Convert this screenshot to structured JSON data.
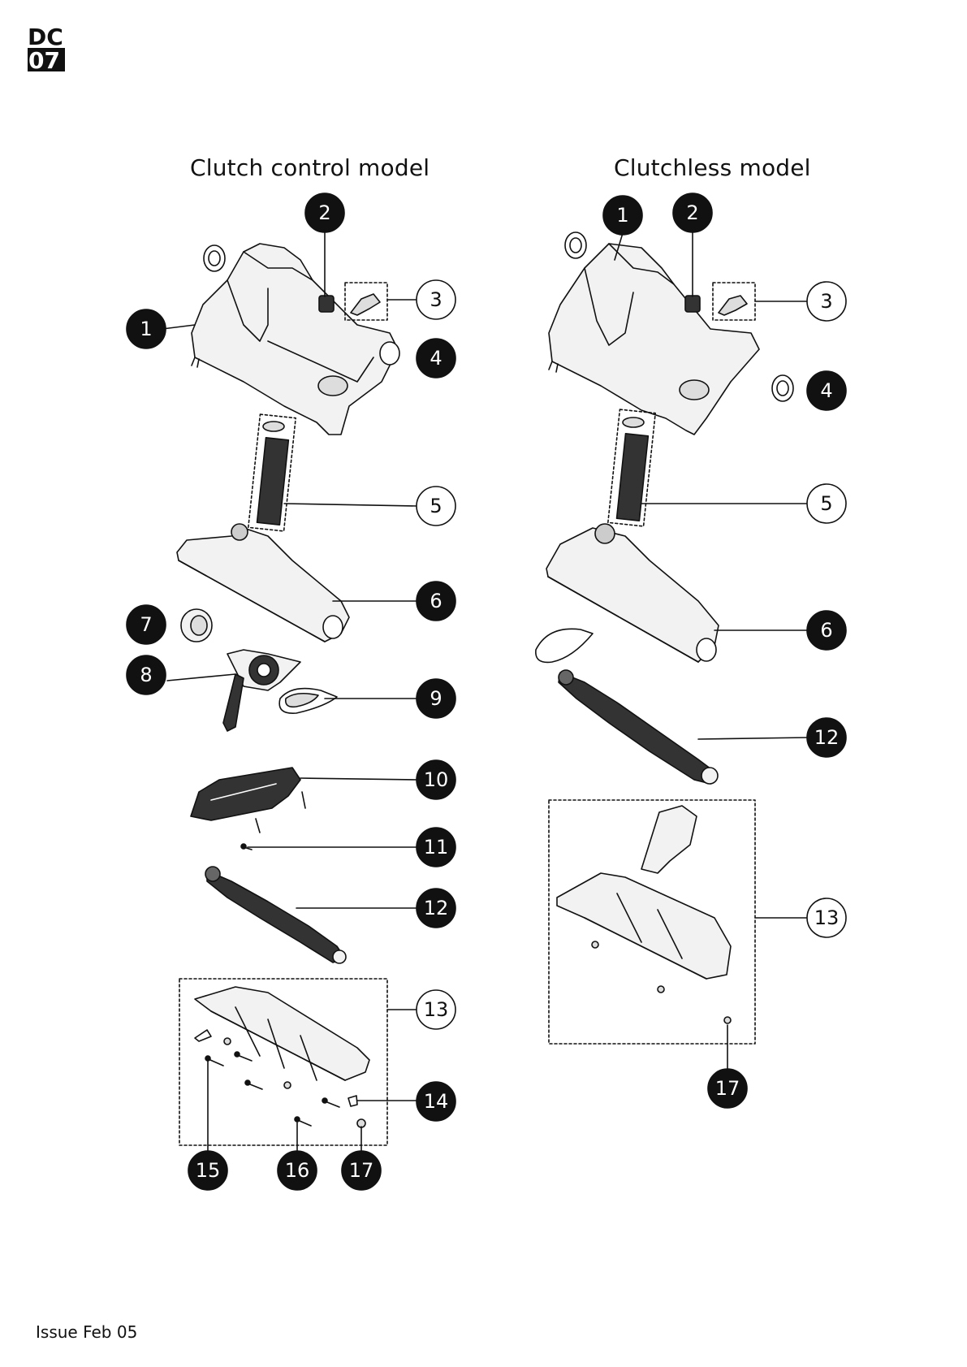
{
  "logo": {
    "line1": "DC",
    "line2": "07"
  },
  "headings": {
    "left": "Clutch control model",
    "right": "Clutchless model"
  },
  "footer": "Issue Feb 05",
  "callouts": {
    "left": [
      {
        "n": "1",
        "style": "filled"
      },
      {
        "n": "2",
        "style": "filled"
      },
      {
        "n": "3",
        "style": "outline"
      },
      {
        "n": "4",
        "style": "filled"
      },
      {
        "n": "5",
        "style": "outline"
      },
      {
        "n": "6",
        "style": "filled"
      },
      {
        "n": "7",
        "style": "filled"
      },
      {
        "n": "8",
        "style": "filled"
      },
      {
        "n": "9",
        "style": "filled"
      },
      {
        "n": "10",
        "style": "filled"
      },
      {
        "n": "11",
        "style": "filled"
      },
      {
        "n": "12",
        "style": "filled"
      },
      {
        "n": "13",
        "style": "outline"
      },
      {
        "n": "14",
        "style": "filled"
      },
      {
        "n": "15",
        "style": "filled"
      },
      {
        "n": "16",
        "style": "filled"
      },
      {
        "n": "17",
        "style": "filled"
      }
    ],
    "right": [
      {
        "n": "1",
        "style": "filled"
      },
      {
        "n": "2",
        "style": "filled"
      },
      {
        "n": "3",
        "style": "outline"
      },
      {
        "n": "4",
        "style": "filled"
      },
      {
        "n": "5",
        "style": "outline"
      },
      {
        "n": "6",
        "style": "filled"
      },
      {
        "n": "12",
        "style": "filled"
      },
      {
        "n": "13",
        "style": "outline"
      },
      {
        "n": "17",
        "style": "filled"
      }
    ]
  },
  "colors": {
    "ink": "#111111",
    "paper": "#ffffff",
    "part_fill": "#eeeeee",
    "part_shade": "#c8c8c8"
  }
}
